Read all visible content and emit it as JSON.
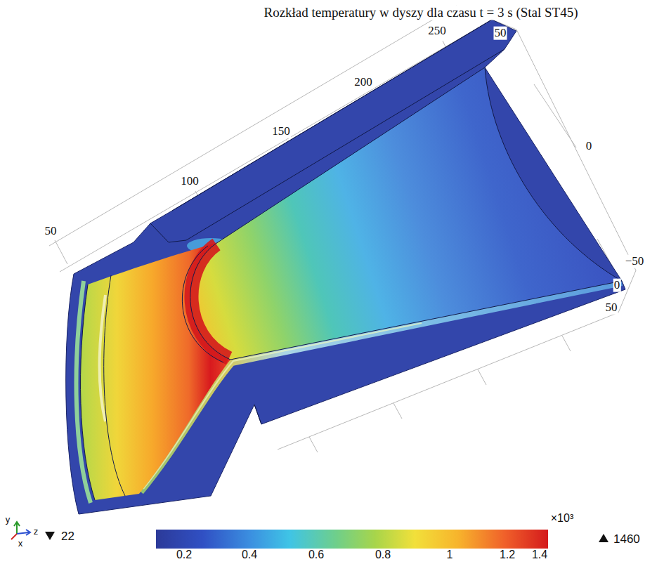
{
  "diagram": {
    "title": "Rozkład temperatury w dyszy dla czasu t = 3 s (Stal ST45)",
    "labels": [
      "250",
      "50",
      "200",
      "150",
      "0",
      "100",
      "50",
      "−50",
      "0",
      "50",
      "×10³",
      "y",
      "z",
      "x",
      "22",
      "0.2",
      "0.4",
      "0.6",
      "0.8",
      "1",
      "1.2",
      "1.4",
      "1460"
    ]
  }
}
